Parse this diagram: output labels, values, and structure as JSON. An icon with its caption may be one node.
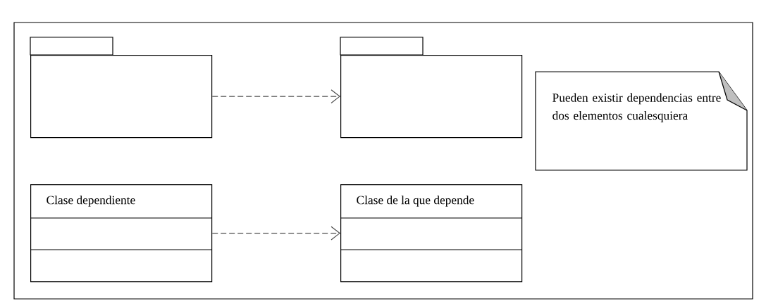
{
  "diagram": {
    "nodes": [
      {
        "text": [],
        "shape": "folder"
      },
      {
        "text": [],
        "shape": "folder"
      },
      {
        "text": [
          "Pueden existir dependencias entre dos elementos cualesquiera"
        ]
      },
      {
        "text": [
          "Clase dependiente"
        ]
      },
      {
        "text": [
          "Clase de la que depende"
        ]
      }
    ],
    "edges": [
      {
        "from": 0,
        "to": 1,
        "arrow": "to",
        "style": "dashed"
      },
      {
        "from": 3,
        "to": 4,
        "arrow": "to",
        "style": "dashed"
      }
    ]
  }
}
